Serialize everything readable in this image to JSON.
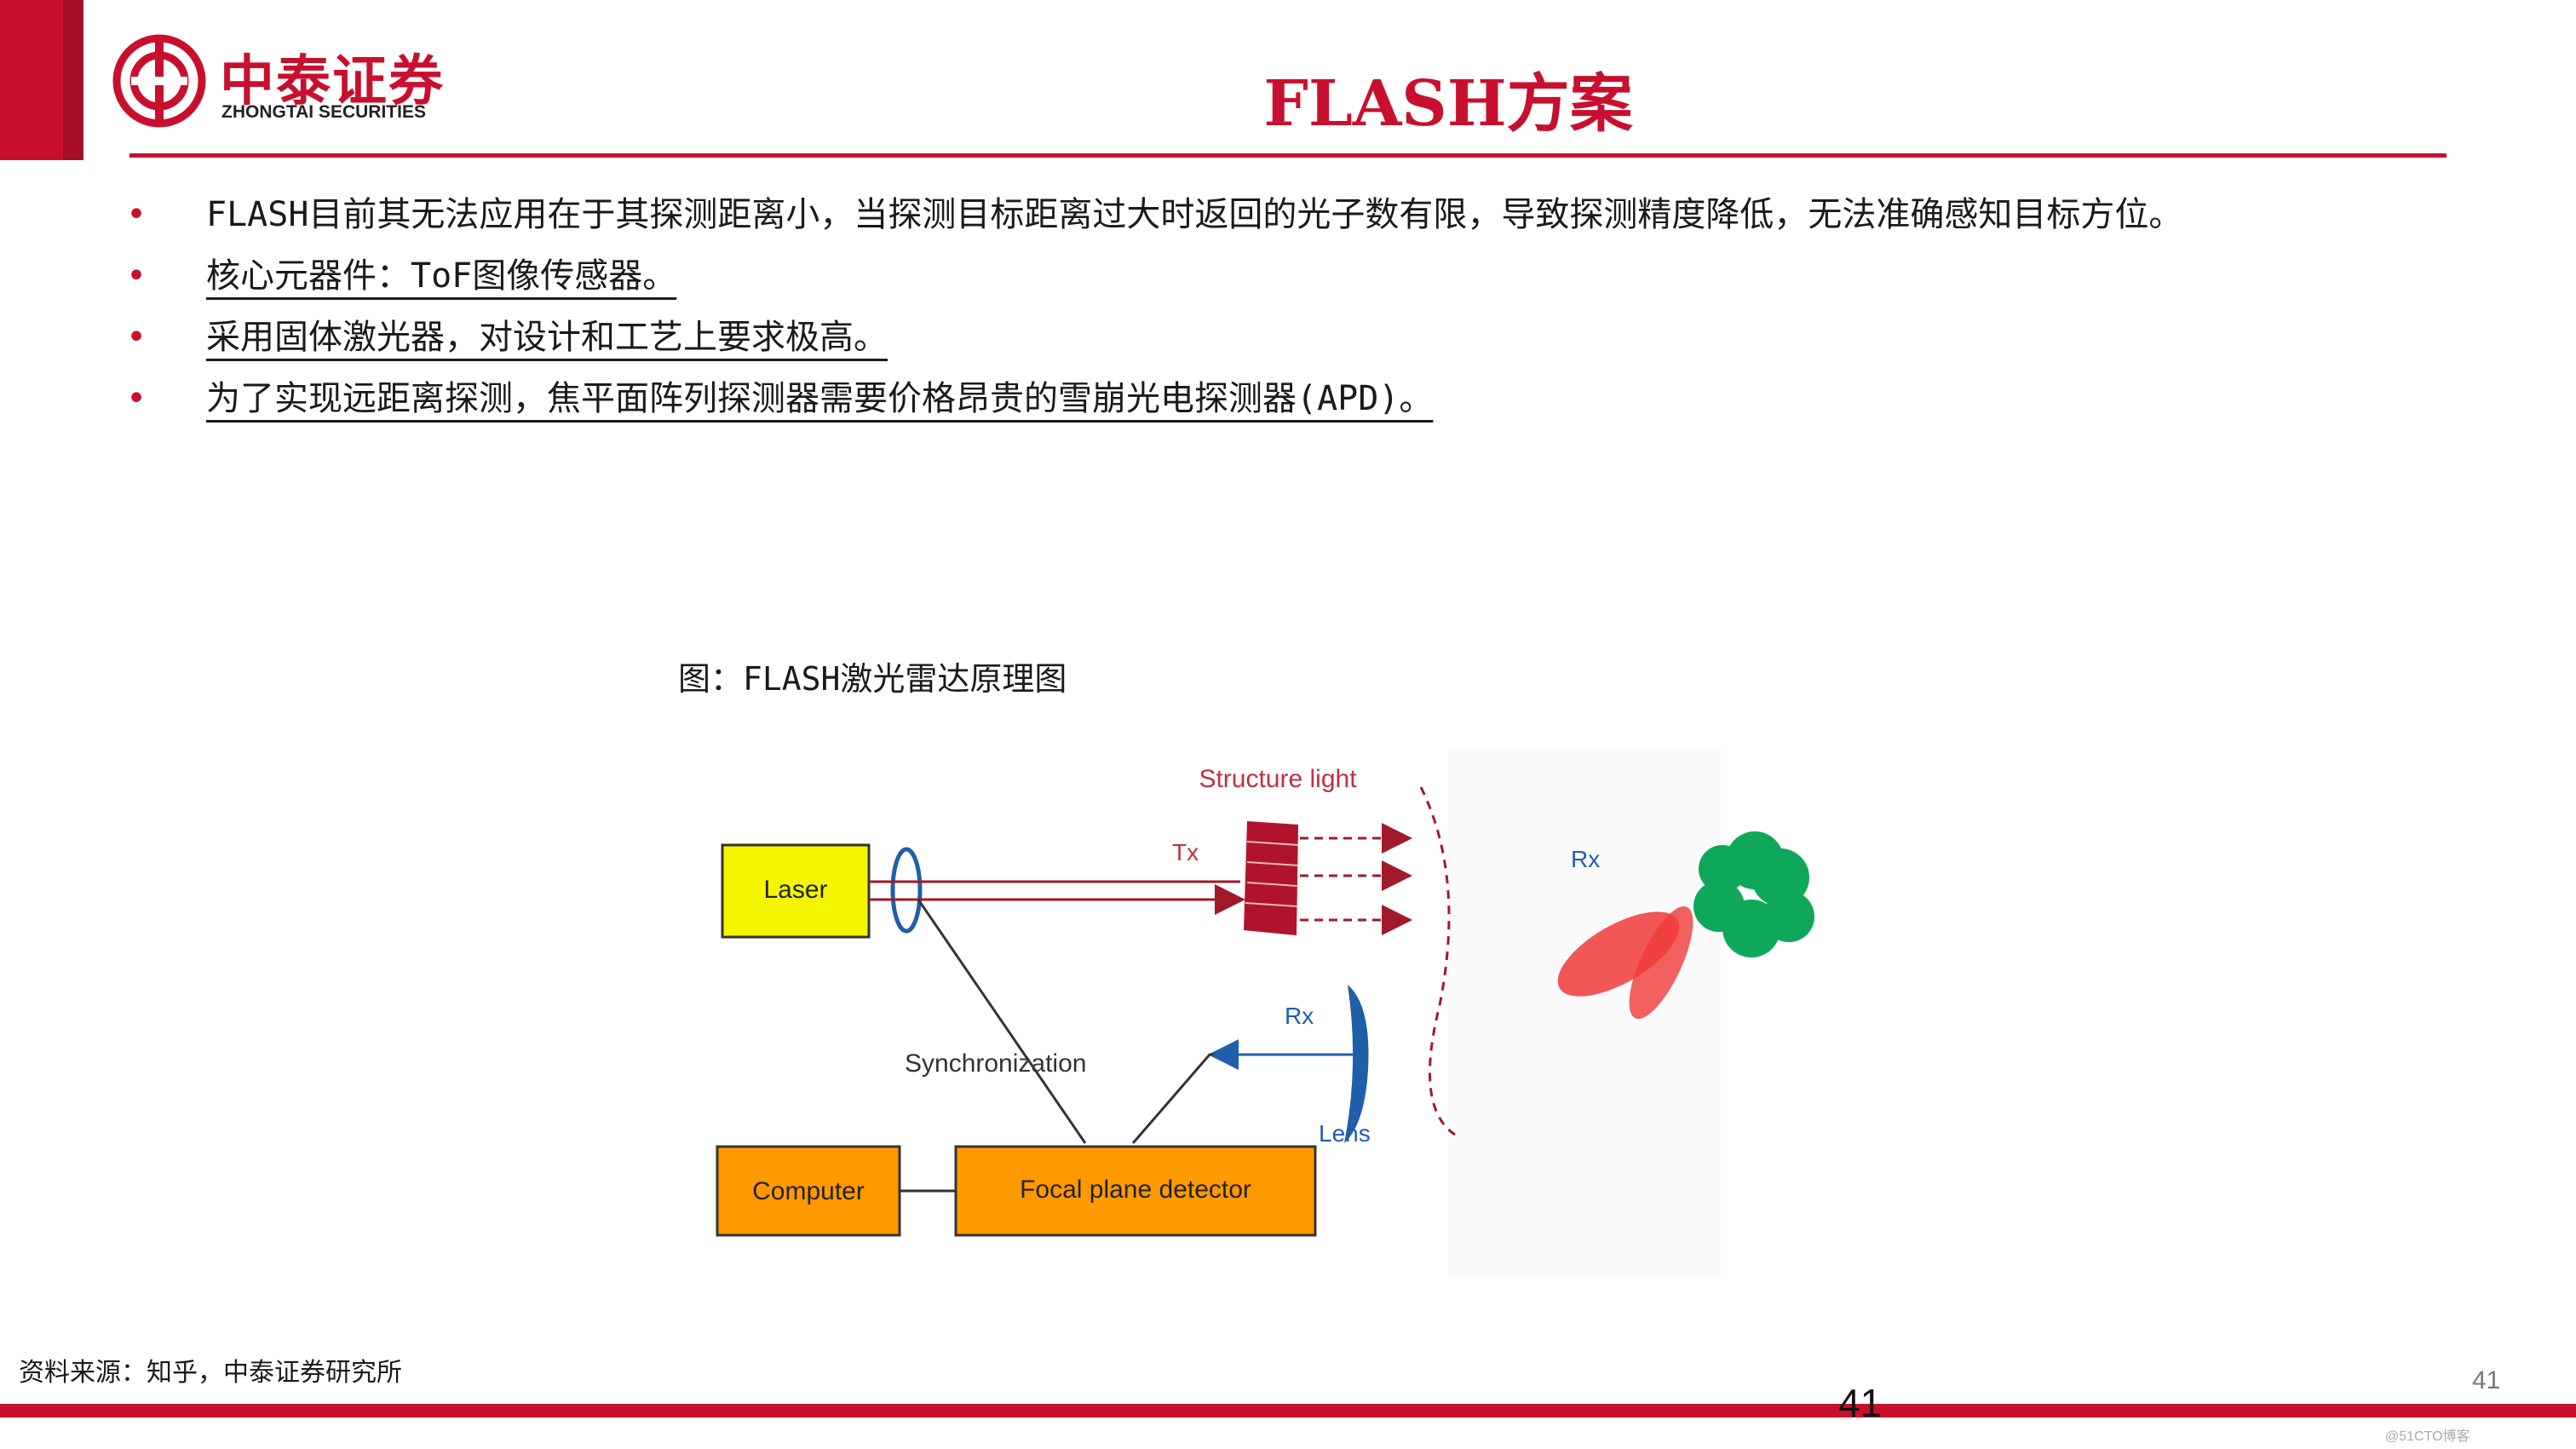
{
  "logo": {
    "cn": "中泰证券",
    "en": "ZHONGTAI SECURITIES"
  },
  "title": "FLASH方案",
  "bullets": [
    {
      "text": "FLASH目前其无法应用在于其探测距离小，当探测目标距离过大时返回的光子数有限，导致探测精度降低，无法准确感知目标方位。",
      "underlined": false
    },
    {
      "text": "核心元器件：ToF图像传感器。",
      "underlined": true
    },
    {
      "text": "采用固体激光器，对设计和工艺上要求极高。",
      "underlined": true
    },
    {
      "text": "为了实现远距离探测，焦平面阵列探测器需要价格昂贵的雪崩光电探测器(APD)。",
      "underlined": true
    }
  ],
  "figure_caption": "图：FLASH激光雷达原理图",
  "diagram": {
    "laser": "Laser",
    "structure_light": "Structure light",
    "tx": "Tx",
    "rx_target": "Rx",
    "rx_return": "Rx",
    "lens": "Lens",
    "synchronization": "Synchronization",
    "computer": "Computer",
    "detector": "Focal plane detector"
  },
  "source": "资料来源：知乎，中泰证券研究所",
  "page_number": "41",
  "page_number_center": "41",
  "watermark": "@51CTO博客",
  "colors": {
    "brand_red": "#c8102e",
    "box_yellow": "#f5f500",
    "box_orange": "#ff9900",
    "beam": "#a01a2a",
    "lens_blue": "#1f5fa8",
    "cloud_green": "#0fa85a",
    "lobe_red": "#f03a3a"
  }
}
